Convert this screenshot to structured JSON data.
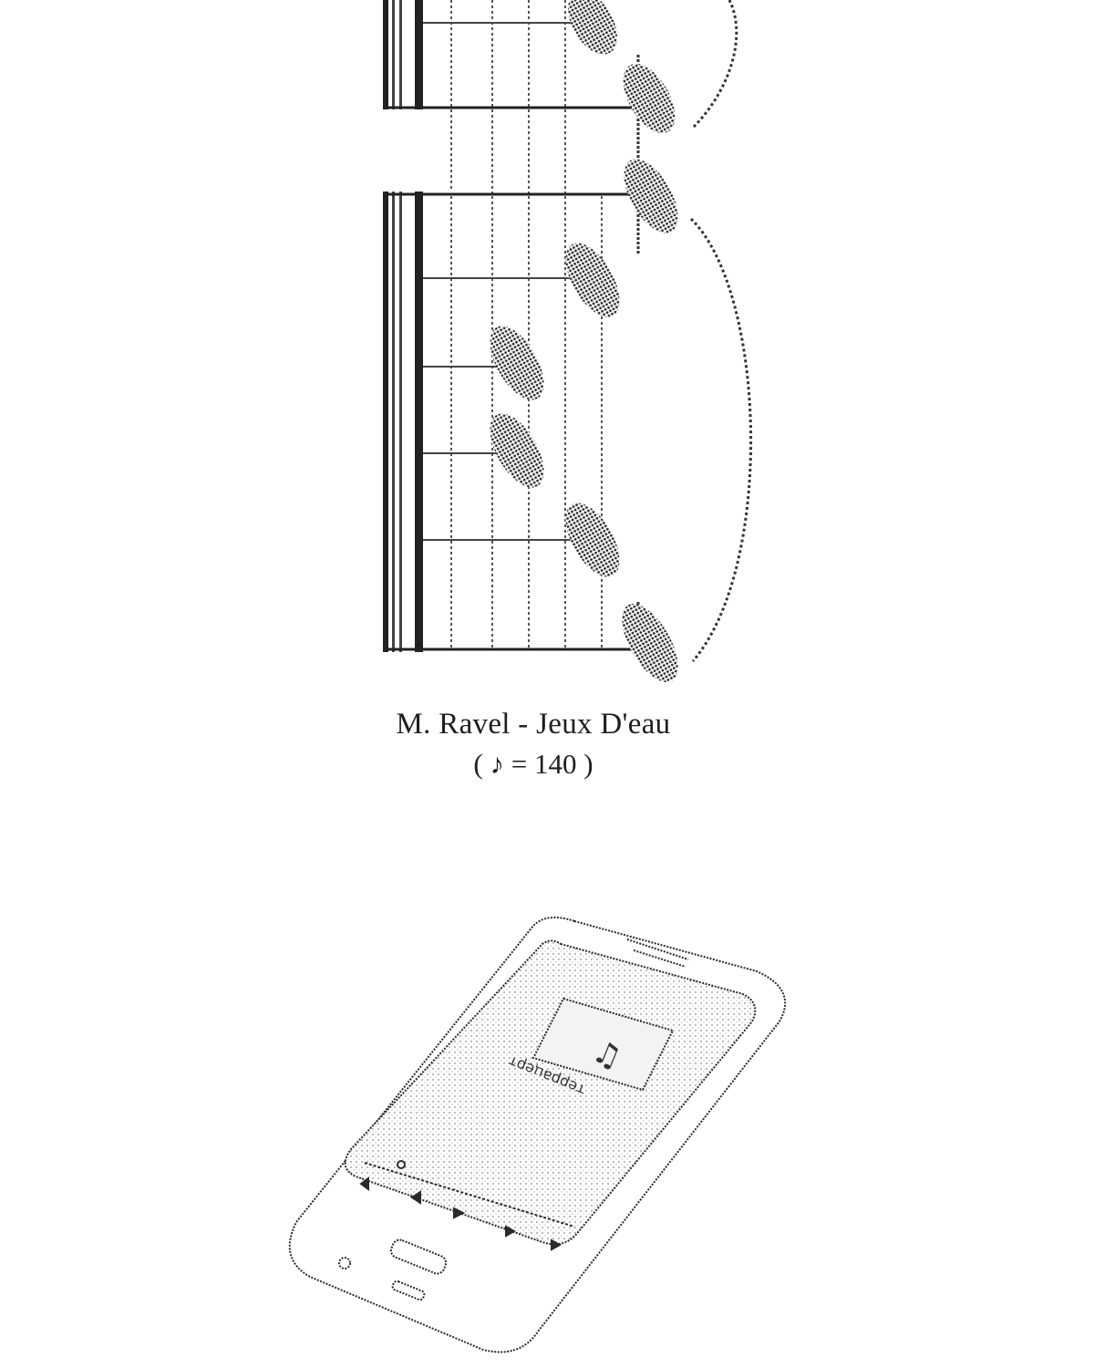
{
  "caption": {
    "title": "M. Ravel - Jeux D'eau",
    "tempo": "( ♪ = 140 )"
  },
  "phone": {
    "app_title": "террацерт",
    "controls": [
      "previous-icon",
      "rewind-icon",
      "play-icon",
      "forward-icon",
      "next-icon"
    ],
    "art_icon": "music-note-icon"
  },
  "colors": {
    "ink": "#1e1e1e",
    "note": "#3a3a3a",
    "background": "#ffffff"
  }
}
